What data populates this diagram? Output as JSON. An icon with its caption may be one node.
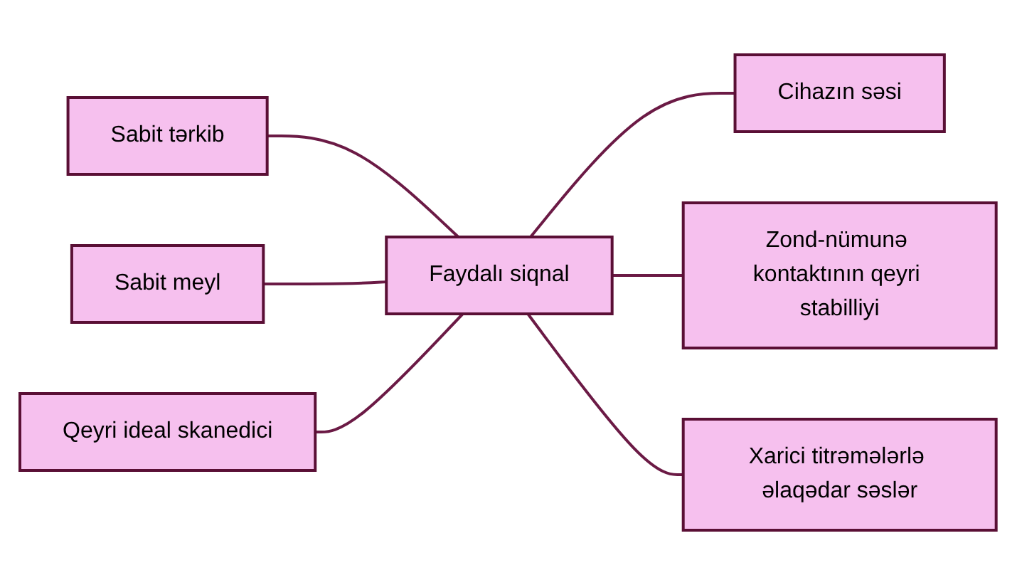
{
  "diagram": {
    "nodes": [
      {
        "text": [
          "Sabit tərkib"
        ]
      },
      {
        "text": [
          "Cihazın səsi"
        ]
      },
      {
        "text": [
          "Sabit meyl"
        ]
      },
      {
        "text": [
          "Faydalı siqnal"
        ]
      },
      {
        "text": [
          "Zond-nümunə kontaktının qeyri stabilliyi"
        ]
      },
      {
        "text": [
          "Qeyri ideal skanedici"
        ]
      },
      {
        "text": [
          "Xarici titrəmələrlə əlaqədar səslər"
        ]
      }
    ],
    "edges": [
      {
        "from": 0,
        "to": 3,
        "arrow": "none"
      },
      {
        "from": 2,
        "to": 3,
        "arrow": "none"
      },
      {
        "from": 5,
        "to": 3,
        "arrow": "none"
      },
      {
        "from": 3,
        "to": 1,
        "arrow": "none"
      },
      {
        "from": 3,
        "to": 4,
        "arrow": "none"
      },
      {
        "from": 3,
        "to": 6,
        "arrow": "none"
      }
    ]
  }
}
